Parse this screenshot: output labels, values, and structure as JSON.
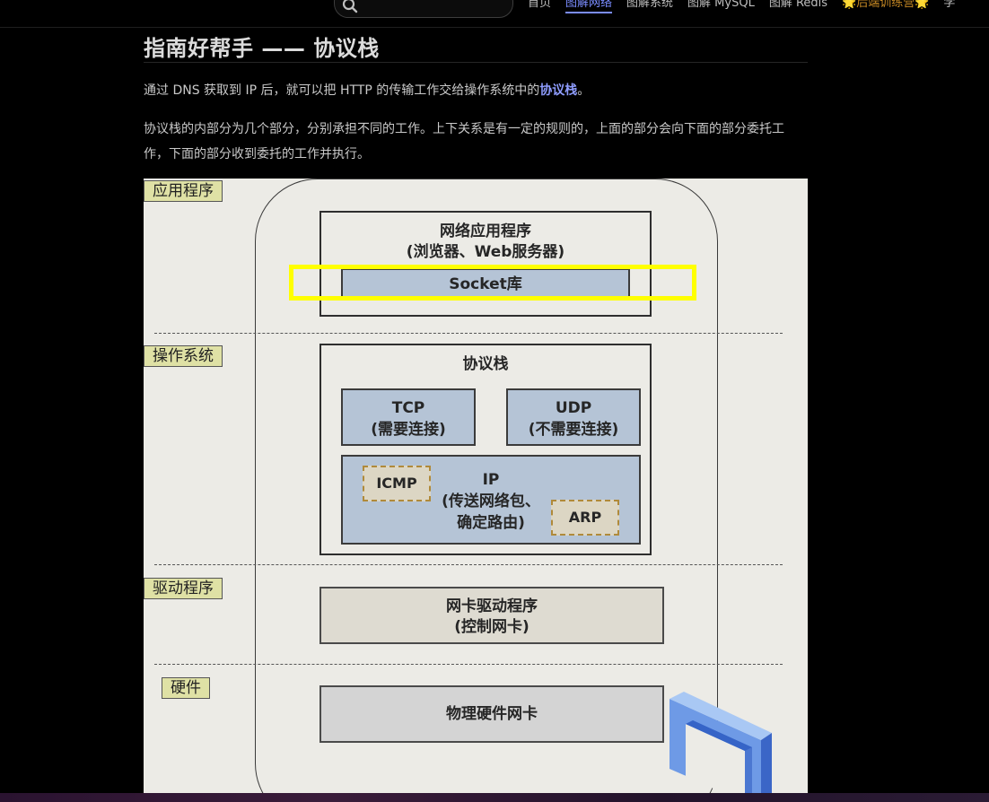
{
  "nav": {
    "links": [
      {
        "label": "首页",
        "active": false
      },
      {
        "label": "图解网络",
        "active": true
      },
      {
        "label": "图解系统",
        "active": false
      },
      {
        "label": "图解 MySQL",
        "active": false
      },
      {
        "label": "图解 Redis",
        "active": false
      },
      {
        "label": "🌟后端训练营🌟",
        "active": false
      },
      {
        "label": "学",
        "active": false
      }
    ]
  },
  "article": {
    "title": "指南好帮手 —— 协议栈",
    "para1_before": "通过 DNS 获取到 IP 后，就可以把 HTTP 的传输工作交给操作系统中的",
    "para1_link": "协议栈",
    "para1_after": "。",
    "para2": "协议栈的内部分为几个部分，分别承担不同的工作。上下关系是有一定的规则的，上面的部分会向下面的部分委托工作，下面的部分收到委托的工作并执行。"
  },
  "diagram": {
    "layers": {
      "app": "应用程序",
      "os": "操作系统",
      "driver": "驱动程序",
      "hardware": "硬件"
    },
    "app_box": {
      "line1": "网络应用程序",
      "line2": "(浏览器、Web服务器)",
      "socket": "Socket库"
    },
    "stack": {
      "title": "协议栈",
      "tcp_line1": "TCP",
      "tcp_line2": "(需要连接)",
      "udp_line1": "UDP",
      "udp_line2": "(不需要连接)",
      "icmp": "ICMP",
      "ip_line1": "IP",
      "ip_line2": "(传送网络包、",
      "ip_line3": "确定路由)",
      "arp": "ARP"
    },
    "driver_box": {
      "line1": "网卡驱动程序",
      "line2": "(控制网卡)"
    },
    "hardware_box": "物理硬件网卡"
  },
  "colors": {
    "accent": "#7a8cff",
    "highlight_frame": "#ffff00",
    "layer_tag": "#dfe1a5",
    "protocol_blue": "#b5c4d6"
  }
}
